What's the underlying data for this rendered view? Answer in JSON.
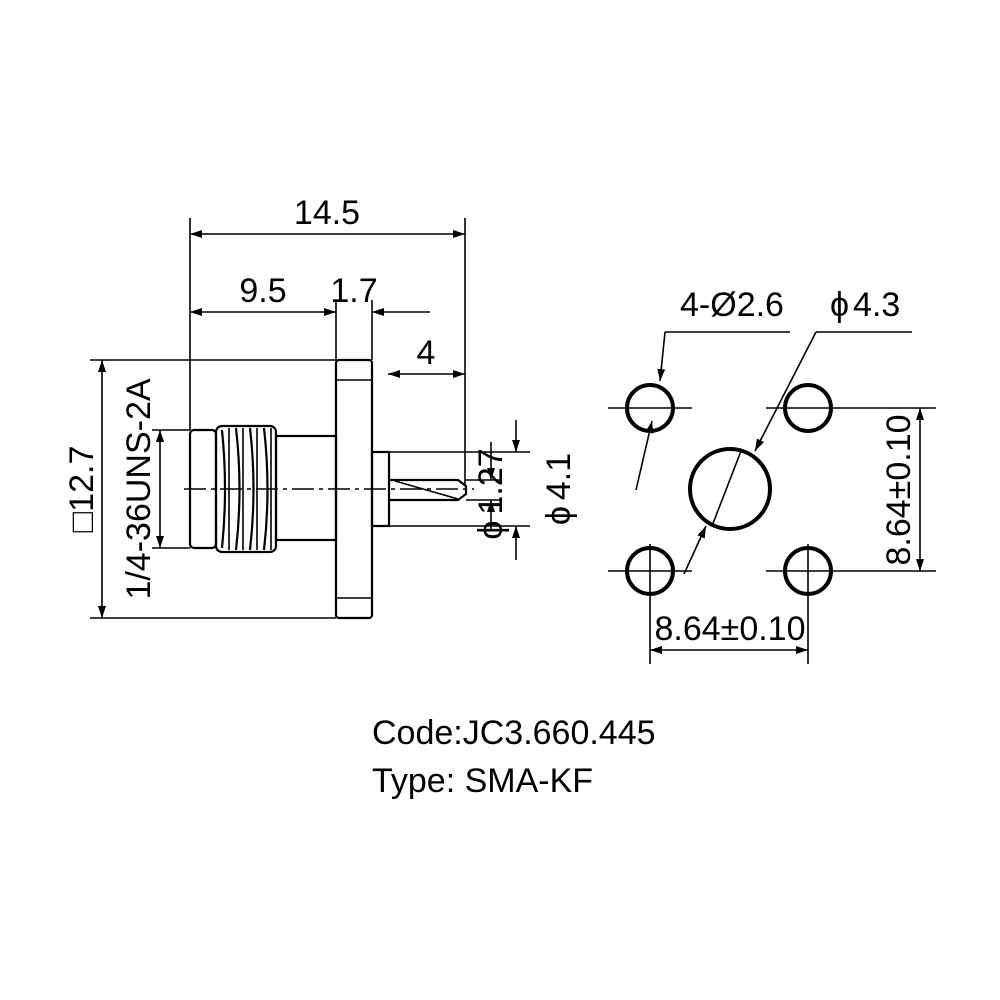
{
  "side_view": {
    "dim_overall_length": "14.5",
    "dim_thread_length": "9.5",
    "dim_flange_thickness": "1.7",
    "dim_pin_length": "4",
    "dim_flange_square": "12.7",
    "dim_thread_spec": "1/4-36UNS-2A",
    "dim_pin_diameter": "1.27",
    "dim_insulator_diameter": "4.1"
  },
  "flange_view": {
    "dim_mount_holes": "4-",
    "dim_mount_hole_size": "2.6",
    "dim_center_hole": "4.3",
    "dim_spacing_vertical": "8.64±0.10",
    "dim_spacing_horizontal": "8.64±0.10"
  },
  "symbols": {
    "diameter": "ϕ",
    "diameter_slashed": "Ø",
    "square": "□"
  },
  "caption": {
    "code": "Code:JC3.660.445",
    "type": "Type: SMA-KF"
  }
}
